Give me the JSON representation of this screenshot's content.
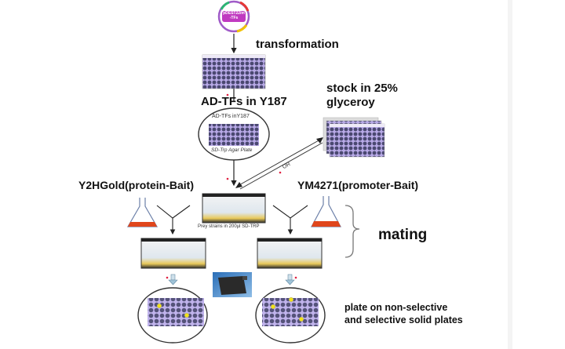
{
  "diagram": {
    "plasmid": {
      "label_line1": "pDEST22/m",
      "label_line2": "-TFs"
    },
    "steps": {
      "transformation": "transformation",
      "ad_tfs": "AD-TFs in Y187",
      "stock_line1": "stock in 25%",
      "stock_line2": "glyceroy",
      "or": "OR",
      "protein_bait": "Y2HGold(protein-Bait)",
      "promoter_bait": "YM4271(promoter-Bait)",
      "mating": "mating",
      "plate_line1": "plate on non-selective",
      "plate_line2": "and selective solid plates"
    },
    "agar_plate": {
      "top_label": "AD-TFs inY187",
      "bottom_label": "SD-Trp Agar Plate"
    },
    "prey_caption": "Prey strains in 200µl SD-TRP",
    "colors": {
      "well_purple": "#6a5fb0",
      "well_dark": "#3f3f5a",
      "flask_red": "#e0461c",
      "colony_yellow": "#f2e21a",
      "marker_red": "#e02040",
      "down_arrow_blue": "#9fc3d8"
    }
  }
}
